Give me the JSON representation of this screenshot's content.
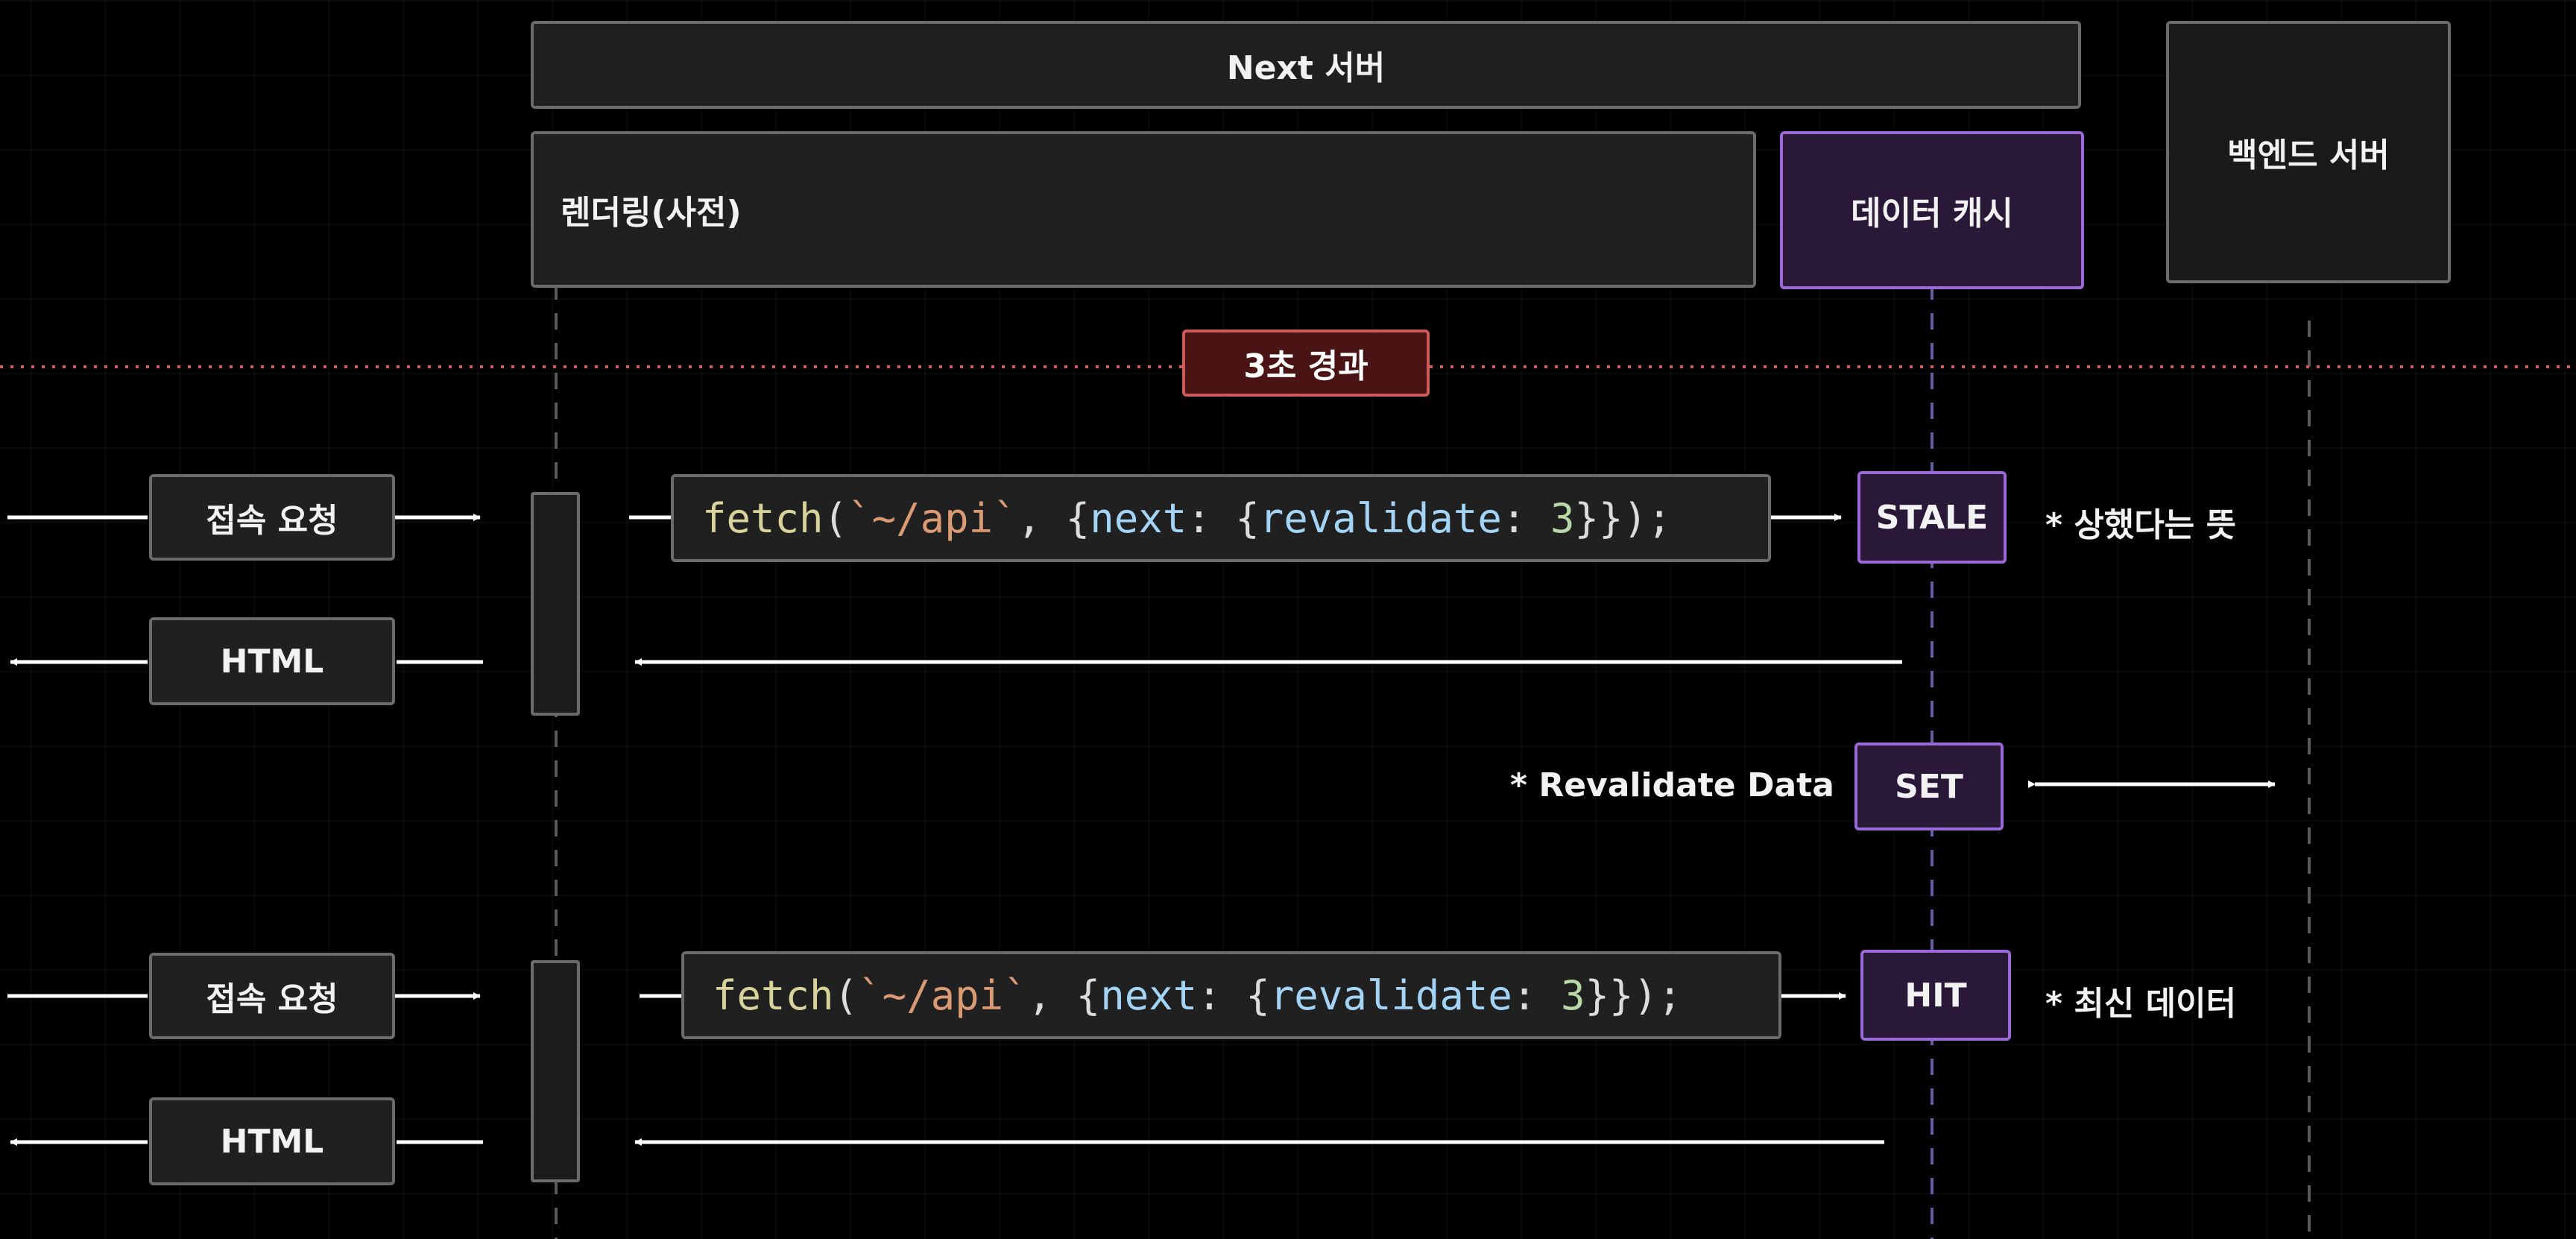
{
  "headers": {
    "next_server": "Next 서버",
    "rendering": "렌더링(사전)",
    "data_cache": "데이터 캐시",
    "backend_server": "백엔드 서버"
  },
  "timeline": {
    "elapsed_label": "3초 경과"
  },
  "first_request": {
    "request_label": "접속 요청",
    "response_label": "HTML",
    "code": {
      "fn": "fetch",
      "open_paren": "(",
      "url": "`~/api`",
      "mid": ", {",
      "key_next": "next",
      "colon_brace": ": {",
      "key_revalidate": "revalidate",
      "colon": ": ",
      "value": "3",
      "close": "}});"
    },
    "cache_status": "STALE",
    "note": "* 상했다는 뜻"
  },
  "revalidate": {
    "note": "* Revalidate Data",
    "status": "SET"
  },
  "second_request": {
    "request_label": "접속 요청",
    "response_label": "HTML",
    "code": {
      "fn": "fetch",
      "open_paren": "(",
      "url": "`~/api`",
      "mid": ", {",
      "key_next": "next",
      "colon_brace": ": {",
      "key_revalidate": "revalidate",
      "colon": ": ",
      "value": "3",
      "close": "}});"
    },
    "cache_status": "HIT",
    "note": "* 최신 데이터"
  },
  "colors": {
    "background": "#000000",
    "box_border": "#6b6b6b",
    "cache_border": "#9a6ad8",
    "timeout_border": "#d05a5a",
    "arrow": "#ffffff"
  }
}
